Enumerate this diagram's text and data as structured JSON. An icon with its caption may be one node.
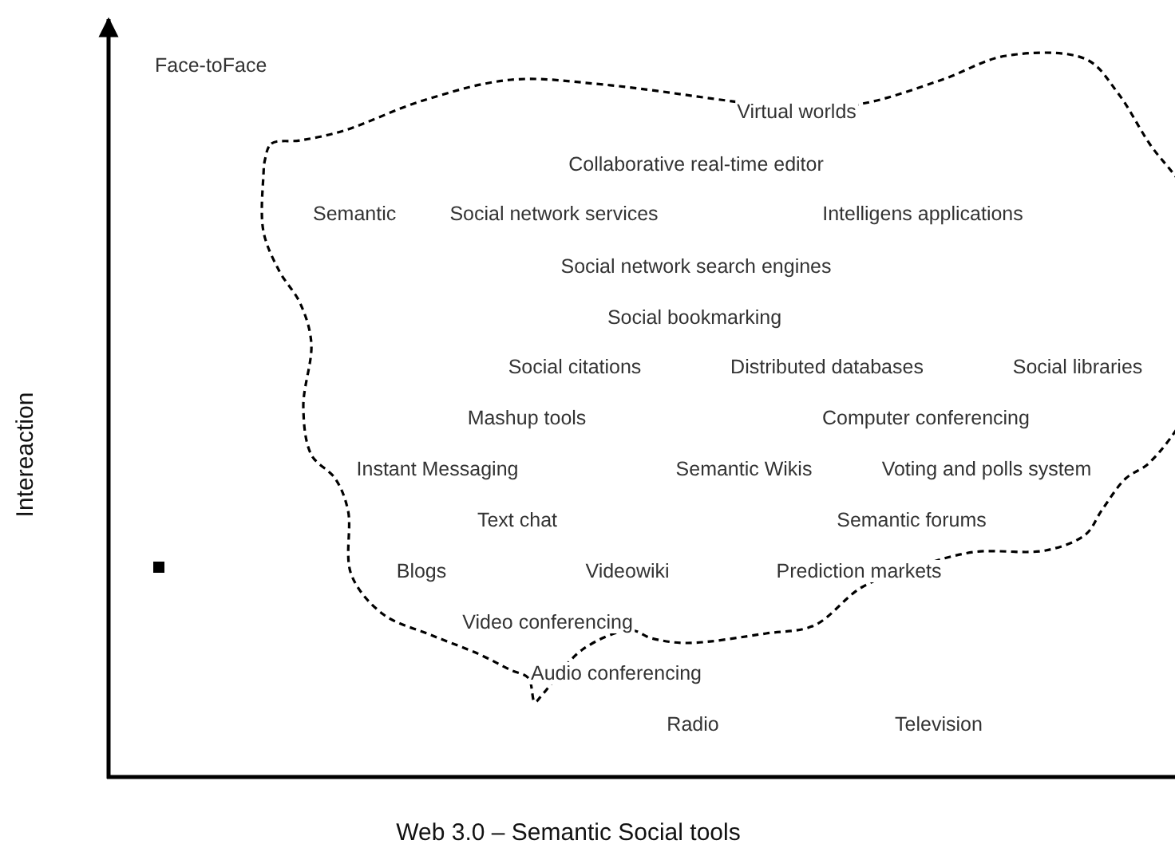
{
  "diagram": {
    "labels": [
      "Face-toFace",
      "Virtual worlds",
      "Collaborative real-time editor",
      "Semantic",
      "Social network services",
      "Intelligens applications",
      "Social network search engines",
      "Social bookmarking",
      "Social citations",
      "Distributed databases",
      "Social libraries",
      "Mashup tools",
      "Computer conferencing",
      "Instant Messaging",
      "Semantic Wikis",
      "Voting and polls system",
      "Text chat",
      "Semantic forums",
      "Blogs",
      "Videowiki",
      "Prediction markets",
      "Video conferencing",
      "Audio conferencing",
      "Radio",
      "Television",
      "Intereaction",
      "Web 3.0 – Semantic Social tools"
    ]
  }
}
